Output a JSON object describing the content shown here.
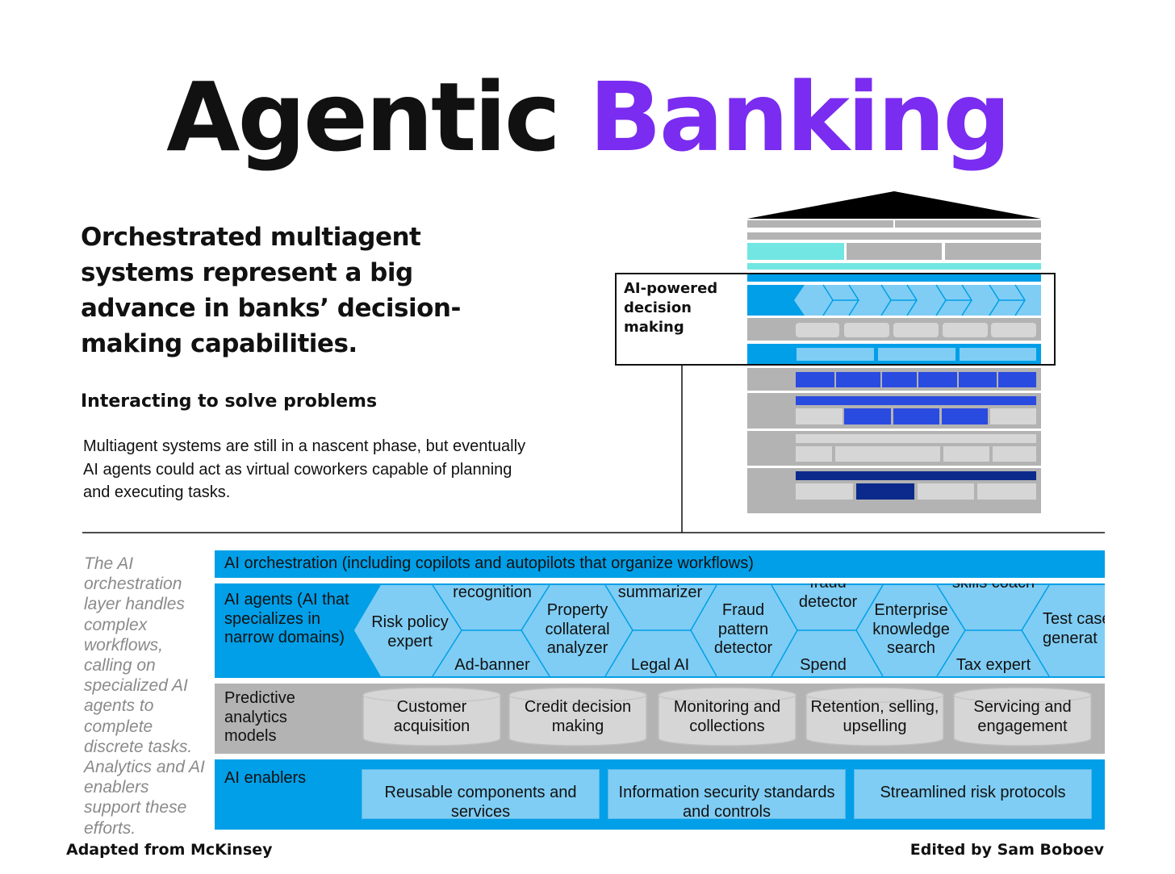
{
  "title": {
    "part1": "Agentic",
    "part2": "Banking"
  },
  "colors": {
    "accent_purple": "#7a2cf0",
    "orchestration_blue": "#009fe8",
    "agent_light_blue": "#7fcdf4",
    "gray": "#b3b3b3",
    "dark_blue": "#2a4be0",
    "navy": "#0b2a8c",
    "teal": "#72e6e3"
  },
  "headline": "Orchestrated multiagent systems represent a big advance in banks’ decision-making capabilities.",
  "subhead": "Interacting to solve problems",
  "body_text": "Multiagent systems are still in a nascent phase, but eventually AI agents could act as virtual coworkers capable of planning and executing tasks.",
  "callout": {
    "text": "AI-powered decision making"
  },
  "side_note": "The AI orchestration layer handles complex workflows, calling on specialized AI agents to complete discrete tasks. Analytics and AI enablers support these efforts.",
  "layers": {
    "orchestration": "AI orchestration (including copilots and autopilots that organize workflows)",
    "agents": {
      "label": "AI agents (AI that specializes in narrow domains)",
      "items": [
        "Risk policy expert",
        "recognition",
        "Ad-banner",
        "Property collateral analyzer",
        "summarizer",
        "Legal AI",
        "Fraud pattern detector",
        "fraud detector",
        "Spend",
        "Enterprise knowledge search",
        "skills coach",
        "Tax expert",
        "Test case generat"
      ]
    },
    "predictive": {
      "label": "Predictive analytics models",
      "items": [
        "Customer acquisition",
        "Credit decision making",
        "Monitoring and collections",
        "Retention, selling, upselling",
        "Servicing and engagement"
      ]
    },
    "enablers": {
      "label": "AI enablers",
      "items": [
        "Reusable components and services",
        "Information security standards and controls",
        "Streamlined risk protocols"
      ]
    }
  },
  "footer": {
    "left": "Adapted from McKinsey",
    "right": "Edited by Sam Boboev"
  }
}
